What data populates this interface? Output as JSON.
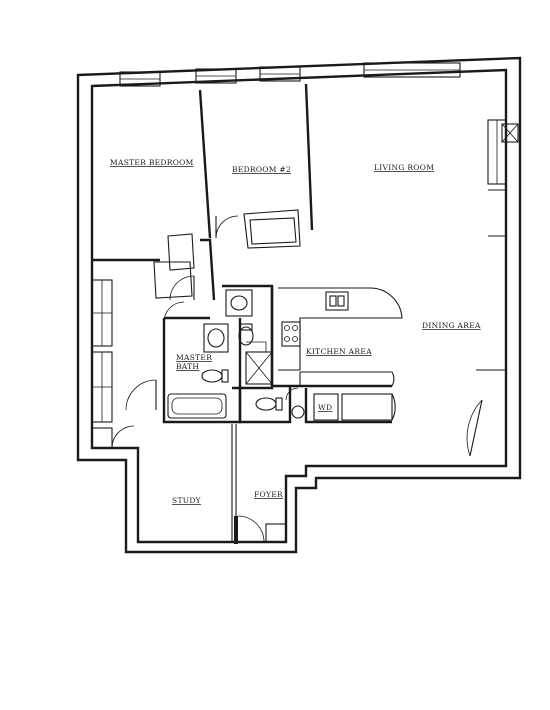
{
  "rooms": {
    "master_bedroom": "MASTER BEDROOM",
    "bedroom_2": "BEDROOM #2",
    "living_room": "LIVING ROOM",
    "dining_area": "DINING AREA",
    "kitchen_area": "KITCHEN AREA",
    "master_bath_line1": "MASTER",
    "master_bath_line2": "BATH",
    "wd": "WD",
    "study": "STUDY",
    "foyer": "FOYER"
  }
}
